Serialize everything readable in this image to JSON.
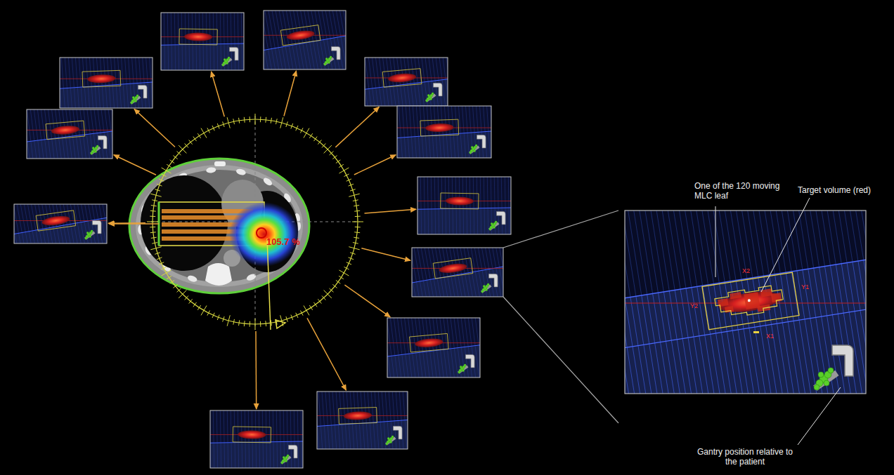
{
  "diagram": {
    "labels": [
      "105.7 %",
      "One of the 120 moving MLC leaf",
      "Target volume (red)",
      "X2",
      "Y1",
      "Y2",
      "X1",
      "Gantry position relative to the patient"
    ]
  }
}
